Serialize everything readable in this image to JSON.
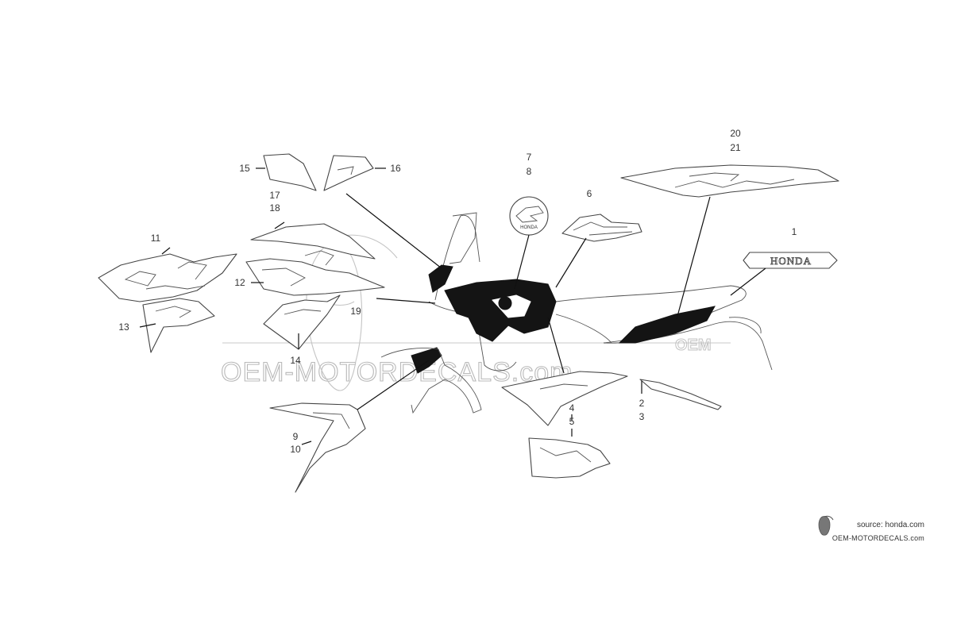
{
  "diagram": {
    "callouts": {
      "c1": "1",
      "c2": "2",
      "c3": "3",
      "c4": "4",
      "c5": "5",
      "c6": "6",
      "c7": "7",
      "c8": "8",
      "c9": "9",
      "c10": "10",
      "c11": "11",
      "c12": "12",
      "c13": "13",
      "c14": "14",
      "c15": "15",
      "c16": "16",
      "c17": "17",
      "c18": "18",
      "c19": "19",
      "c20": "20",
      "c21": "21"
    },
    "decal_text": {
      "honda_wordmark": "HONDA",
      "emblem_text": "HONDA"
    },
    "watermark": {
      "main": "OEM-MOTORDECALS.com",
      "sub": "OEM"
    }
  },
  "source": {
    "label": "source: honda.com",
    "site": "OEM-MOTORDECALS.com"
  }
}
